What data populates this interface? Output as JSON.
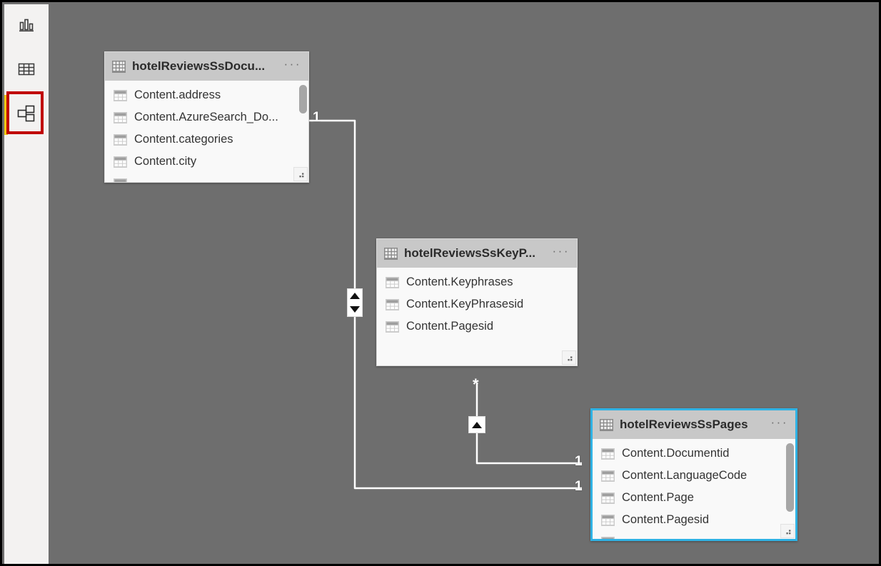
{
  "app": {
    "view_name": "Model view",
    "canvas_color": "#6e6e6e",
    "accent_color": "#f2c811",
    "selection_color": "#2fb2e4",
    "highlight_color": "#c00000"
  },
  "sidebar": {
    "items": [
      {
        "id": "report",
        "label": "Report",
        "icon": "bar-chart-icon",
        "active": false
      },
      {
        "id": "data",
        "label": "Data",
        "icon": "table-icon",
        "active": false
      },
      {
        "id": "model",
        "label": "Model",
        "icon": "model-relationships-icon",
        "active": true
      }
    ]
  },
  "tables": [
    {
      "id": "documents",
      "title": "hotelReviewsSsDocu...",
      "ellipsis": "···",
      "selected": false,
      "has_scrollbar": true,
      "fields": [
        {
          "name": "Content.address"
        },
        {
          "name": "Content.AzureSearch_Do..."
        },
        {
          "name": "Content.categories"
        },
        {
          "name": "Content.city"
        }
      ]
    },
    {
      "id": "keyphrases",
      "title": "hotelReviewsSsKeyP...",
      "ellipsis": "···",
      "selected": false,
      "has_scrollbar": false,
      "fields": [
        {
          "name": "Content.Keyphrases"
        },
        {
          "name": "Content.KeyPhrasesid"
        },
        {
          "name": "Content.Pagesid"
        }
      ]
    },
    {
      "id": "pages",
      "title": "hotelReviewsSsPages",
      "ellipsis": "···",
      "selected": true,
      "has_scrollbar": true,
      "fields": [
        {
          "name": "Content.Documentid"
        },
        {
          "name": "Content.LanguageCode"
        },
        {
          "name": "Content.Page"
        },
        {
          "name": "Content.Pagesid"
        }
      ]
    }
  ],
  "relationships": [
    {
      "id": "documents-to-pages",
      "from_cardinality": "1",
      "to_cardinality": "1",
      "cross_filter": "both"
    },
    {
      "id": "keyphrases-to-pages",
      "from_cardinality": "*",
      "to_cardinality": "1",
      "cross_filter": "single"
    }
  ],
  "labels": {
    "one_left_documents": "1",
    "star_keyphrases": "*",
    "one_pages_upper": "1",
    "one_pages_lower": "1"
  }
}
